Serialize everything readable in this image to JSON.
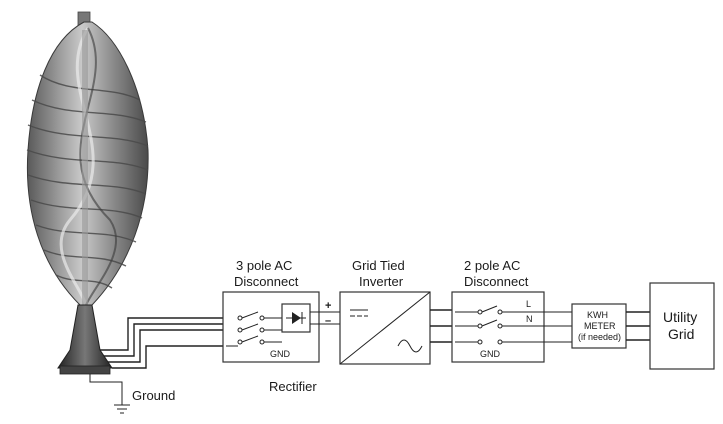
{
  "components": {
    "ac_disconnect_3pole": {
      "line1": "3 pole AC",
      "line2": "Disconnect",
      "gnd": "GND",
      "plus": "+",
      "minus": "–"
    },
    "inverter": {
      "line1": "Grid Tied",
      "line2": "Inverter"
    },
    "ac_disconnect_2pole": {
      "line1": "2 pole AC",
      "line2": "Disconnect",
      "gnd": "GND",
      "l": "L",
      "n": "N"
    },
    "kwh_meter": {
      "line1": "KWH",
      "line2": "METER",
      "line3": "(if needed)"
    },
    "utility_grid": {
      "line1": "Utility",
      "line2": "Grid"
    },
    "rectifier": {
      "label": "Rectifier"
    },
    "ground": {
      "label": "Ground"
    }
  },
  "colors": {
    "turbine_dark": "#4a4a4a",
    "turbine_light": "#c8c8c8",
    "line": "#222222"
  }
}
